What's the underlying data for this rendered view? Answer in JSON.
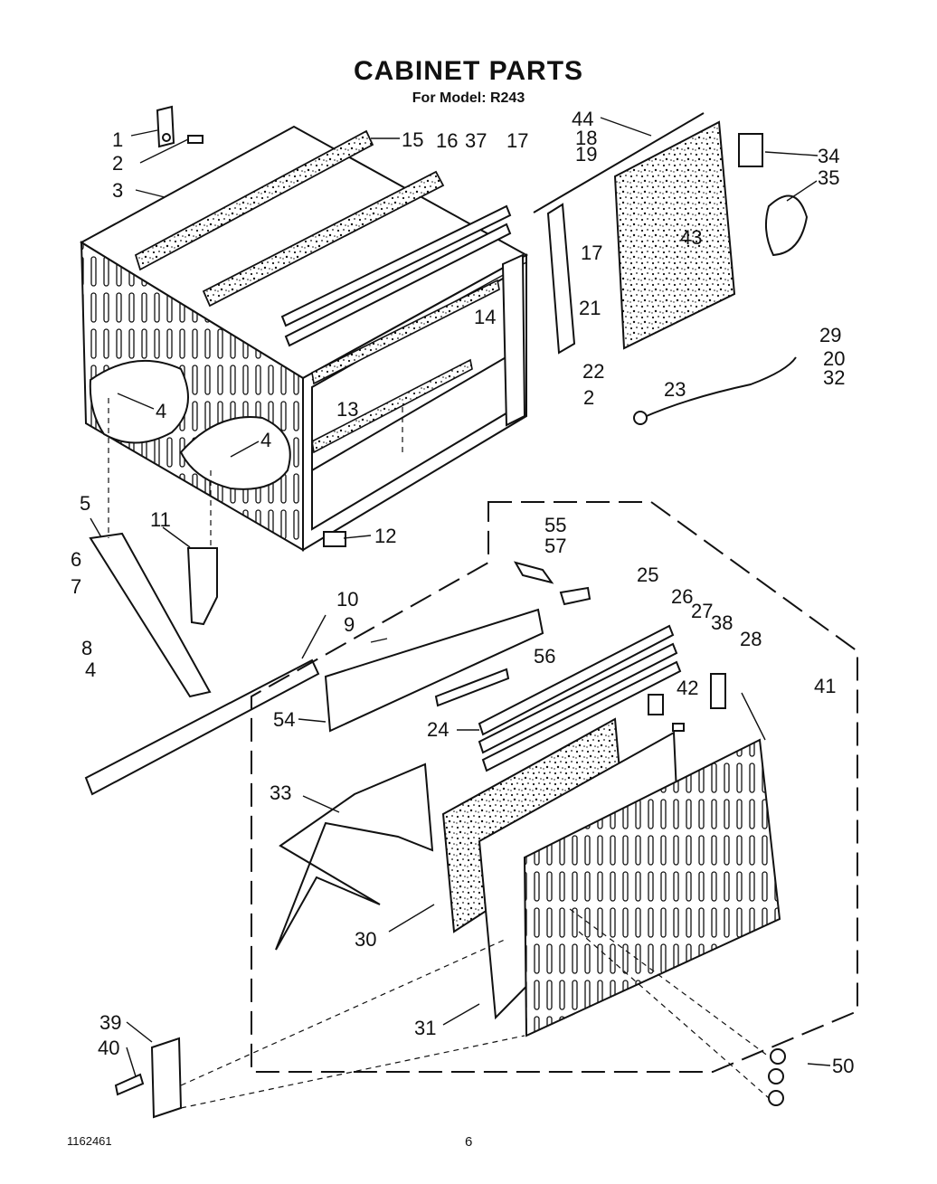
{
  "header": {
    "title": "CABINET PARTS",
    "subtitle": "For Model: R243"
  },
  "footer": {
    "doc_number": "1162461",
    "page_number": "6"
  },
  "callouts": [
    "1",
    "2",
    "3",
    "15",
    "16",
    "37",
    "17",
    "18",
    "19",
    "44",
    "34",
    "35",
    "43",
    "17",
    "21",
    "22",
    "29",
    "20",
    "32",
    "23",
    "2",
    "14",
    "13",
    "4",
    "4",
    "5",
    "11",
    "12",
    "6",
    "7",
    "8",
    "4",
    "10",
    "9",
    "55",
    "57",
    "25",
    "26",
    "27",
    "38",
    "28",
    "56",
    "54",
    "24",
    "42",
    "41",
    "33",
    "30",
    "31",
    "39",
    "40",
    "50"
  ]
}
